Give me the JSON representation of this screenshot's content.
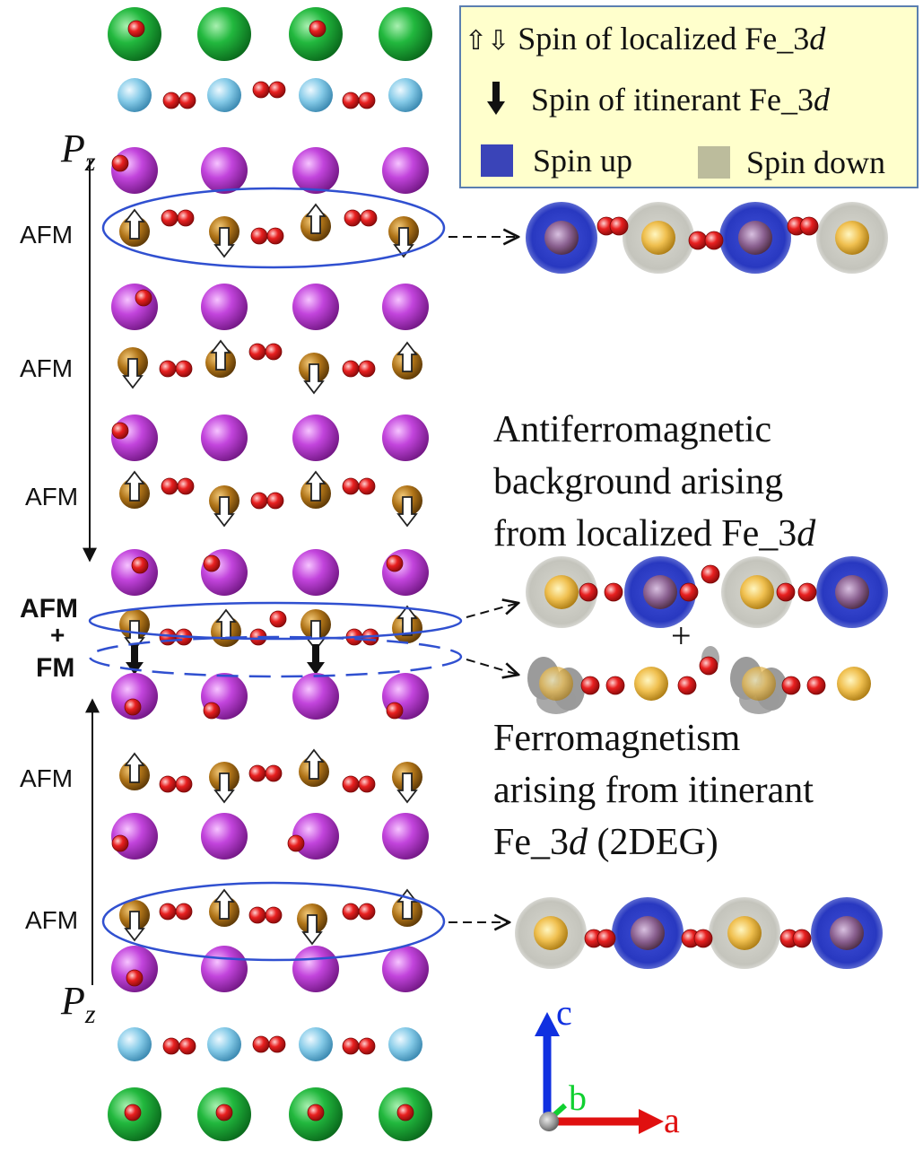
{
  "legend": {
    "localized_arrows": "⇧⇩",
    "localized_text": "Spin of localized Fe_3",
    "localized_d": "d",
    "itinerant_text": "Spin of itinerant Fe_3",
    "itinerant_d": "d",
    "spin_up": "Spin up",
    "spin_down": "Spin down"
  },
  "layer_labels": {
    "afm1": "AFM",
    "afm2": "AFM",
    "afm3": "AFM",
    "mixed_top": "AFM",
    "mixed_plus": "+",
    "mixed_bottom": "FM",
    "afm4": "AFM",
    "afm5": "AFM"
  },
  "polarization": {
    "top_p": "P",
    "top_sub": "z",
    "bottom_p": "P",
    "bottom_sub": "z"
  },
  "annotations": {
    "afm_line1": "Antiferromagnetic",
    "afm_line2": "background arising",
    "afm_line3": "from localized  Fe_3",
    "afm_line3_d": "d",
    "plus": "+",
    "fm_line1": "Ferromagnetism",
    "fm_line2": "arising from itinerant",
    "fm_line3": "Fe_3",
    "fm_line3_d": "d",
    "fm_line3_rest": " (2DEG)"
  },
  "axes": {
    "c": "c",
    "b": "b",
    "a": "a"
  },
  "colors": {
    "green_atom": "#1fae3a",
    "blue_atom": "#7ec8e3",
    "magenta_atom": "#c040d8",
    "fe_atom": "#a86a14",
    "oxygen_atom": "#e02020",
    "spin_up": "#3040c0",
    "spin_down": "#c8c8c0",
    "ellipse": "#3050d0",
    "axis_c": "#1030e0",
    "axis_b": "#10d030",
    "axis_a": "#e01010"
  }
}
